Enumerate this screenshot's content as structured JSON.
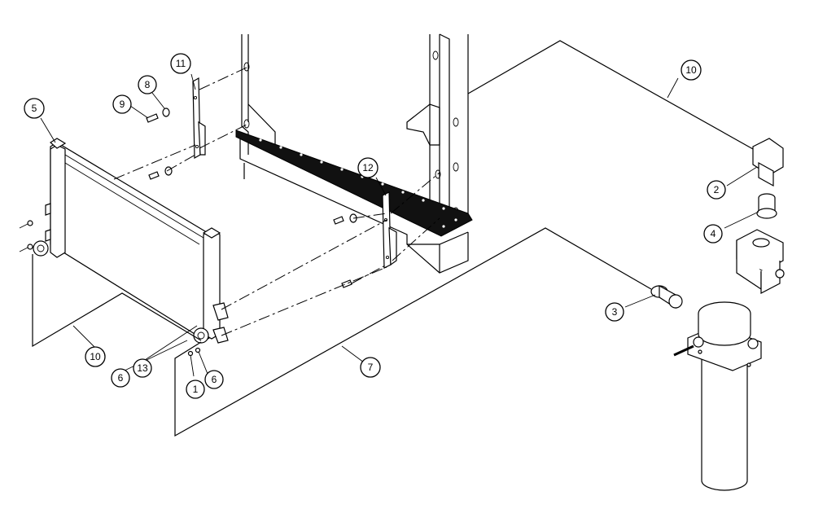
{
  "callouts": [
    {
      "id": "1",
      "label": "1"
    },
    {
      "id": "2",
      "label": "2"
    },
    {
      "id": "3",
      "label": "3"
    },
    {
      "id": "4",
      "label": "4"
    },
    {
      "id": "5",
      "label": "5"
    },
    {
      "id": "6a",
      "label": "6"
    },
    {
      "id": "6b",
      "label": "6"
    },
    {
      "id": "7",
      "label": "7"
    },
    {
      "id": "8",
      "label": "8"
    },
    {
      "id": "9",
      "label": "9"
    },
    {
      "id": "10a",
      "label": "10"
    },
    {
      "id": "10b",
      "label": "10"
    },
    {
      "id": "11",
      "label": "11"
    },
    {
      "id": "12",
      "label": "12"
    },
    {
      "id": "13",
      "label": "13"
    }
  ]
}
